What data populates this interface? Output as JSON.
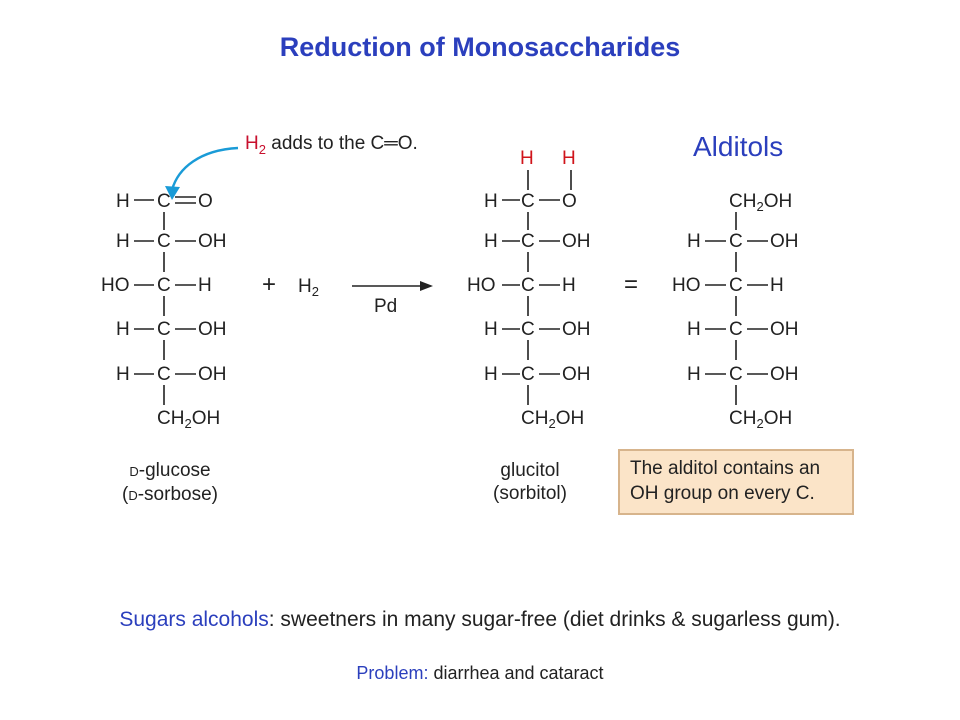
{
  "title": "Reduction of Monosaccharides",
  "alditols_label": "Alditols",
  "note": {
    "h2": "H",
    "sub": "2",
    "text": " adds to the C═O."
  },
  "reactant": {
    "top": [
      "H",
      "C",
      "O"
    ],
    "rows": [
      [
        "H",
        "C",
        "OH"
      ],
      [
        "HO",
        "C",
        "H"
      ],
      [
        "H",
        "C",
        "OH"
      ],
      [
        "H",
        "C",
        "OH"
      ]
    ],
    "bottom": "CH",
    "bottom_sub": "2",
    "bottom_tail": "OH"
  },
  "plus": "+",
  "reagent": {
    "text": "H",
    "sub": "2"
  },
  "catalyst": "Pd",
  "equals": "=",
  "product_added_h": [
    "H",
    "H"
  ],
  "product": {
    "top": [
      "H",
      "C",
      "O"
    ],
    "rows": [
      [
        "H",
        "C",
        "OH"
      ],
      [
        "HO",
        "C",
        "H"
      ],
      [
        "H",
        "C",
        "OH"
      ],
      [
        "H",
        "C",
        "OH"
      ]
    ]
  },
  "alditol": {
    "top": "CH",
    "top_sub": "2",
    "top_tail": "OH",
    "rows": [
      [
        "H",
        "C",
        "OH"
      ],
      [
        "HO",
        "C",
        "H"
      ],
      [
        "H",
        "C",
        "OH"
      ],
      [
        "H",
        "C",
        "OH"
      ]
    ]
  },
  "glucose_name": {
    "d": "D",
    "line1": "-glucose",
    "open": "(",
    "line2": "-sorbose)"
  },
  "glucitol_name": {
    "line1": "glucitol",
    "line2": "(sorbitol)"
  },
  "info_box": "The alditol contains an OH group on every C.",
  "bottom_line": {
    "highlight": "Sugars alcohols",
    "text": ": sweetners in many sugar-free (diet drinks & sugarless gum)."
  },
  "problem_line": {
    "highlight": "Problem:",
    "text": " diarrhea and cataract"
  },
  "colors": {
    "title": "#2b3fbd",
    "red": "#d0141b",
    "box_bg": "#fbe4c8",
    "box_border": "#d7b48c",
    "arrow": "#1a9bd7"
  }
}
